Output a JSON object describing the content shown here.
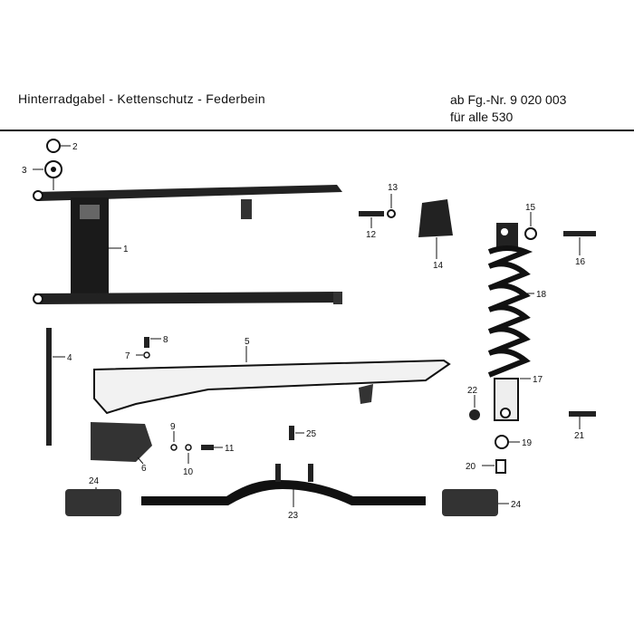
{
  "header": {
    "title": "Hinterradgabel - Kettenschutz - Federbein",
    "model_line1": "ab Fg.-Nr. 9 020 003",
    "model_line2": "für alle 530"
  },
  "callouts": [
    "1",
    "2",
    "3",
    "4",
    "5",
    "6",
    "7",
    "8",
    "9",
    "10",
    "11",
    "12",
    "13",
    "14",
    "15",
    "16",
    "17",
    "18",
    "19",
    "20",
    "21",
    "22",
    "23",
    "24",
    "24",
    "25"
  ]
}
